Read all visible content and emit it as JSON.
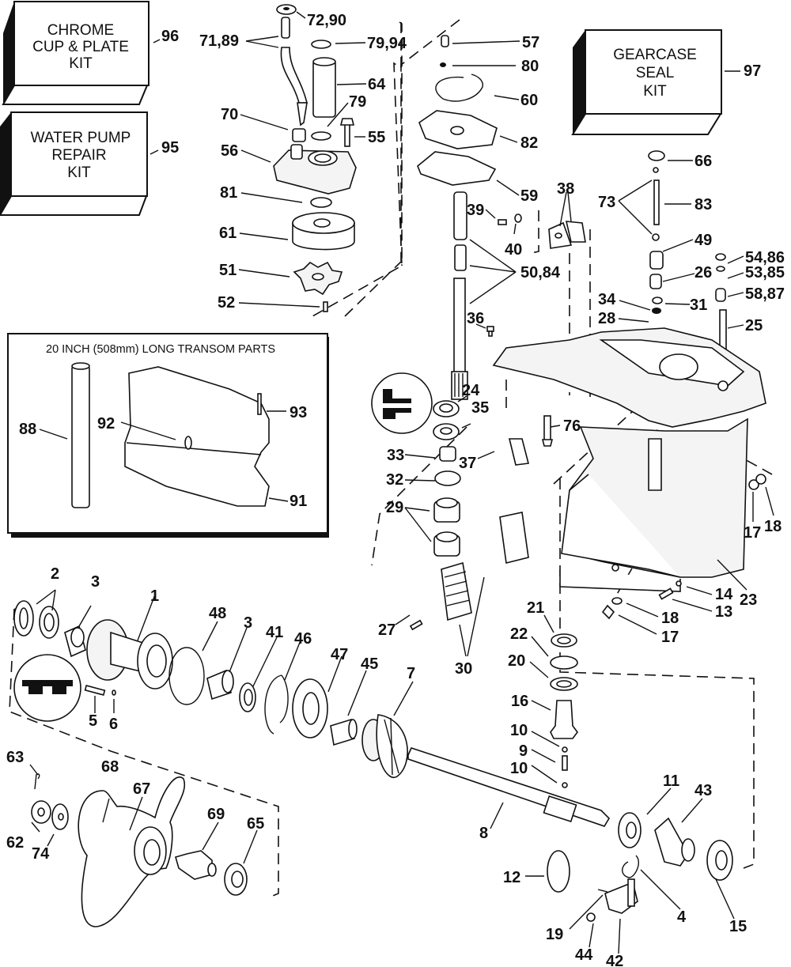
{
  "diagram": {
    "title": "Gearcase exploded parts view",
    "kits": [
      {
        "id": "kit-chrome-cup-plate",
        "lines": [
          "CHROME",
          "CUP & PLATE",
          "KIT"
        ],
        "ref": "96"
      },
      {
        "id": "kit-water-pump-repair",
        "lines": [
          "WATER PUMP",
          "REPAIR",
          "KIT"
        ],
        "ref": "95"
      },
      {
        "id": "kit-gearcase-seal",
        "lines": [
          "GEARCASE",
          "SEAL",
          "KIT"
        ],
        "ref": "97"
      }
    ],
    "inset": {
      "title": "20 INCH (508mm) LONG TRANSOM PARTS",
      "labels": [
        "88",
        "92",
        "93",
        "91"
      ]
    },
    "callouts": [
      "72,90",
      "71,89",
      "79,94",
      "64",
      "79",
      "70",
      "55",
      "56",
      "81",
      "61",
      "51",
      "52",
      "57",
      "80",
      "60",
      "82",
      "59",
      "39",
      "40",
      "38",
      "50,84",
      "36",
      "66",
      "73",
      "83",
      "49",
      "54,86",
      "26",
      "53,85",
      "58,87",
      "34",
      "31",
      "28",
      "25",
      "24",
      "35",
      "33",
      "37",
      "76",
      "32",
      "29",
      "17",
      "18",
      "23",
      "2",
      "3",
      "1",
      "48",
      "3",
      "41",
      "46",
      "47",
      "45",
      "7",
      "5",
      "6",
      "27",
      "30",
      "21",
      "22",
      "20",
      "16",
      "10",
      "9",
      "10",
      "14",
      "13",
      "18",
      "17",
      "63",
      "68",
      "67",
      "69",
      "65",
      "62",
      "74",
      "8",
      "11",
      "43",
      "12",
      "4",
      "15",
      "19",
      "44",
      "42"
    ]
  }
}
